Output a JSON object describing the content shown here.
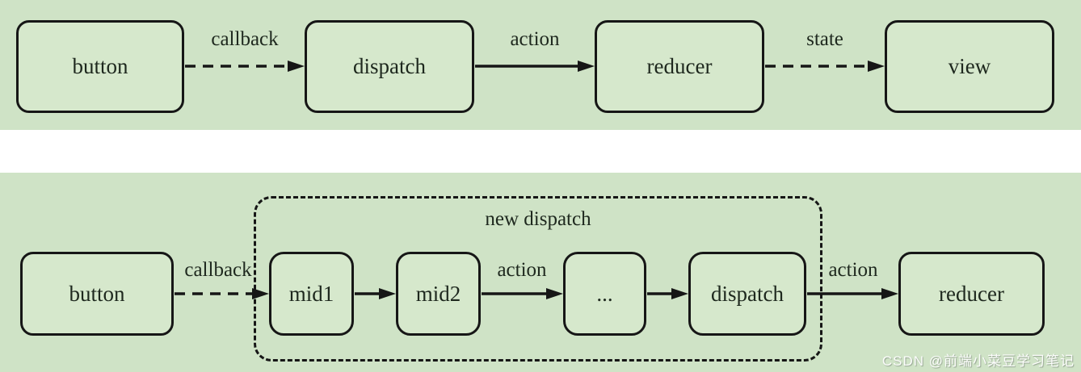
{
  "colors": {
    "background_green": "#cfe3c6",
    "box_fill": "#d6e8cc",
    "line_black": "#161616",
    "text_dark": "#1e281e"
  },
  "top_flow": {
    "nodes": [
      {
        "id": "button",
        "label": "button"
      },
      {
        "id": "dispatch",
        "label": "dispatch"
      },
      {
        "id": "reducer",
        "label": "reducer"
      },
      {
        "id": "view",
        "label": "view"
      }
    ],
    "edges": [
      {
        "label": "callback",
        "style": "dashed"
      },
      {
        "label": "action",
        "style": "solid"
      },
      {
        "label": "state",
        "style": "dashed"
      }
    ]
  },
  "bottom_flow": {
    "container_label": "new dispatch",
    "nodes": [
      {
        "id": "button",
        "label": "button"
      },
      {
        "id": "mid1",
        "label": "mid1"
      },
      {
        "id": "mid2",
        "label": "mid2"
      },
      {
        "id": "ellipsis",
        "label": "..."
      },
      {
        "id": "dispatch",
        "label": "dispatch"
      },
      {
        "id": "reducer",
        "label": "reducer"
      }
    ],
    "edges": [
      {
        "label": "callback",
        "style": "dashed"
      },
      {
        "label": "",
        "style": "solid"
      },
      {
        "label": "action",
        "style": "solid"
      },
      {
        "label": "",
        "style": "solid"
      },
      {
        "label": "action",
        "style": "solid"
      }
    ]
  },
  "watermark": {
    "text": "CSDN @前端小菜豆学习笔记"
  }
}
